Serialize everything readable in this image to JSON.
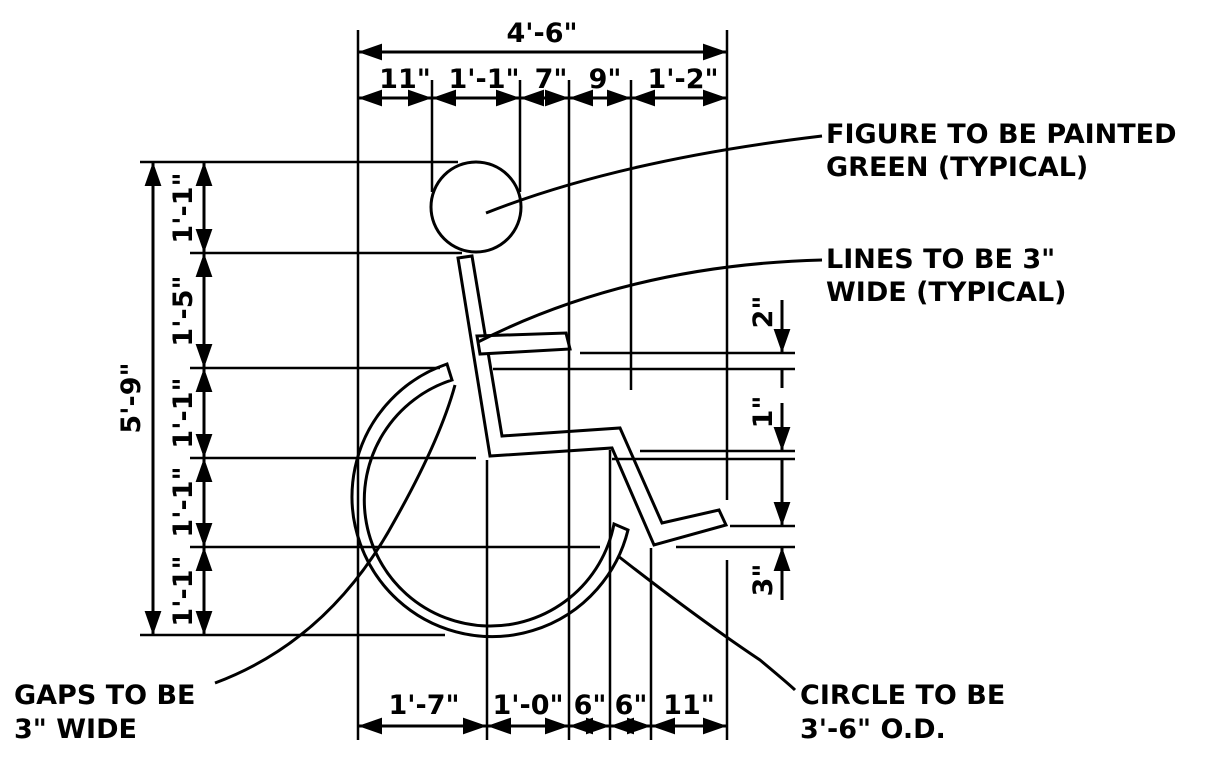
{
  "top_dims": {
    "overall": "4'-6\"",
    "segments": [
      "11\"",
      "1'-1\"",
      "7\"",
      "9\"",
      "1'-2\""
    ]
  },
  "bottom_dims": {
    "segments": [
      "1'-7\"",
      "1'-0\"",
      "6\"",
      "6\"",
      "11\""
    ]
  },
  "left_dims": {
    "overall": "5'-9\"",
    "segments": [
      "1'-1\"",
      "1'-5\"",
      "1'-1\"",
      "1'-1\"",
      "1'-1\""
    ]
  },
  "right_dims": {
    "segments": [
      "2\"",
      "1\"",
      "3\""
    ]
  },
  "notes": {
    "figure_line1": "FIGURE TO BE PAINTED",
    "figure_line2": "GREEN (TYPICAL)",
    "lines_line1": "LINES TO BE 3\"",
    "lines_line2": "WIDE (TYPICAL)",
    "gaps_line1": "GAPS TO BE",
    "gaps_line2": "3\"  WIDE",
    "circle_line1": "CIRCLE TO BE",
    "circle_line2": "3'-6\" O.D."
  }
}
